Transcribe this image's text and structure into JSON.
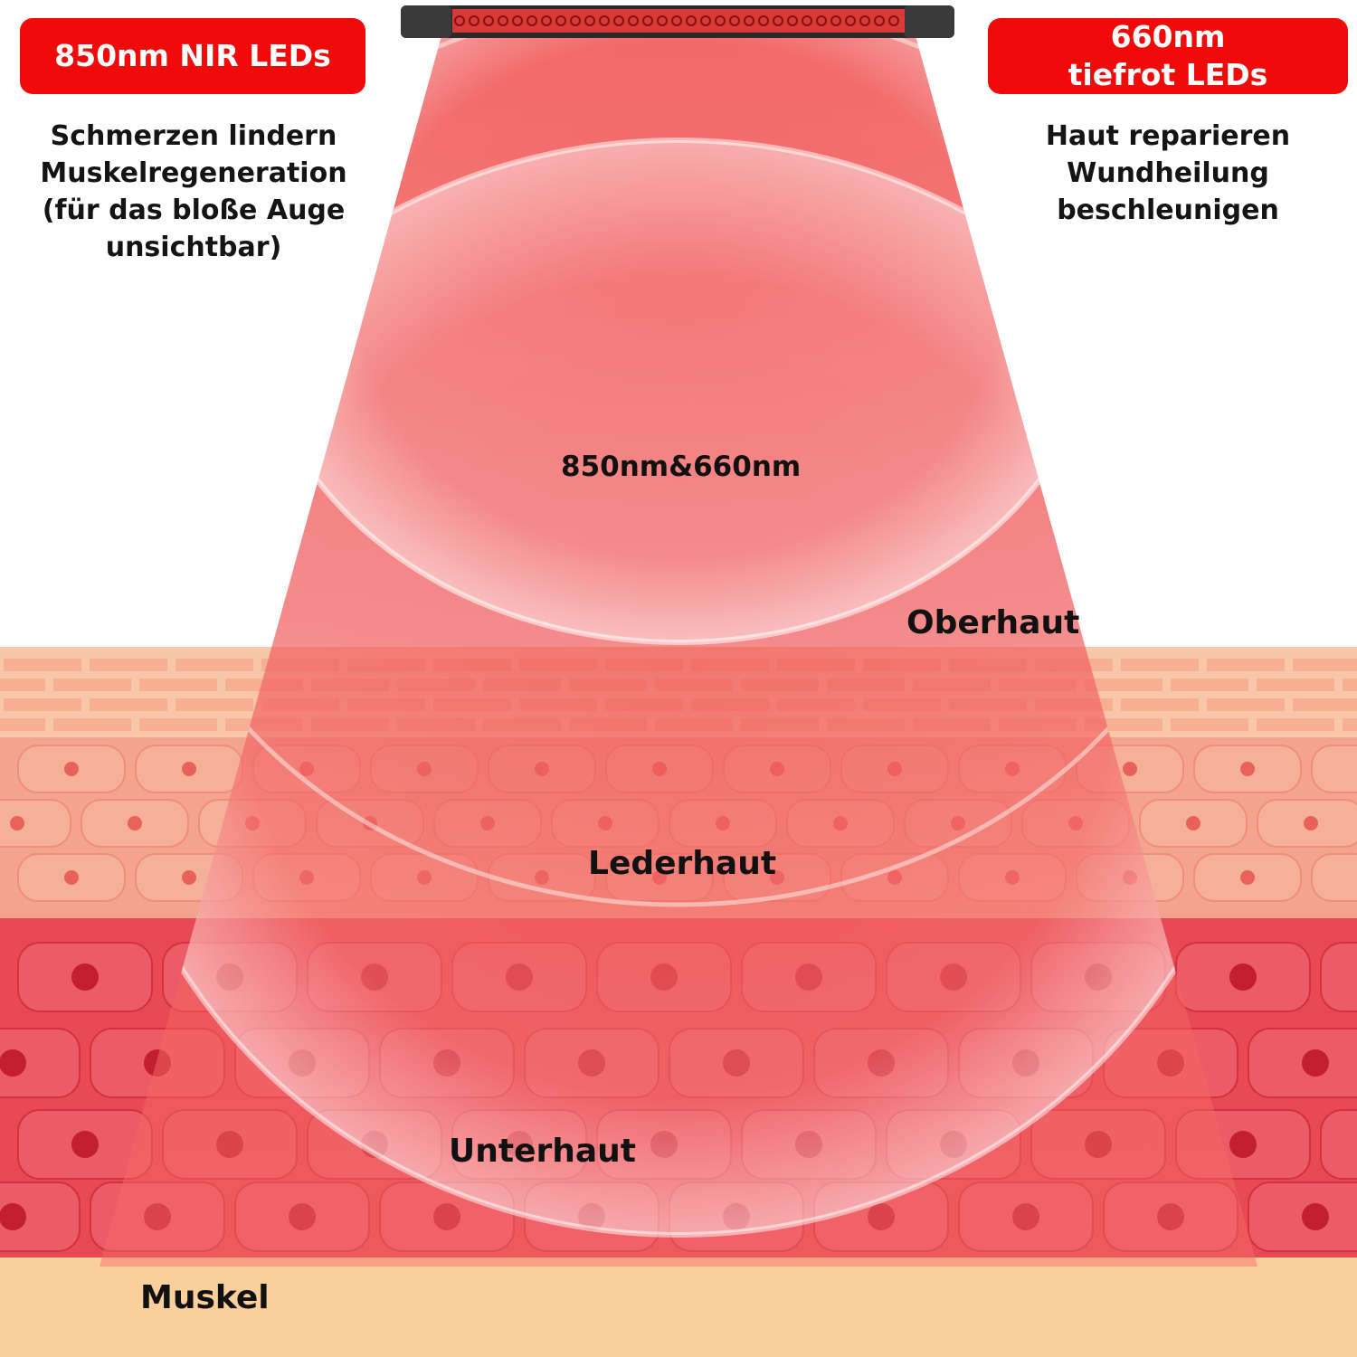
{
  "left_badge": {
    "label": "850nm NIR LEDs"
  },
  "right_badge": {
    "line1": "660nm",
    "line2": "tiefrot LEDs"
  },
  "left_benefits": [
    "Schmerzen lindern",
    "Muskelregeneration",
    "(für das bloße Auge",
    "unsichtbar)"
  ],
  "right_benefits": [
    "Haut reparieren",
    "Wundheilung",
    "beschleunigen"
  ],
  "beam_label": "850nm&660nm",
  "layers": {
    "epidermis": "Oberhaut",
    "dermis": "Lederhaut",
    "subcutis": "Unterhaut",
    "muscle": "Muskel"
  },
  "colors": {
    "badge_red": "#f00a0a",
    "beam_red": "#f03c3c",
    "epidermis": "#f6b99a",
    "dermis": "#f49a84",
    "subcutis": "#e8414d",
    "muscle": "#f9cf9b"
  }
}
